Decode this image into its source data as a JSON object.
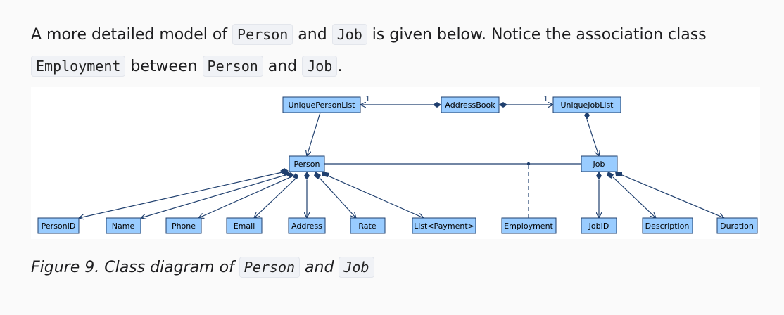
{
  "paragraph": {
    "t1": "A more detailed model of ",
    "c1": "Person",
    "t2": " and ",
    "c2": "Job",
    "t3": " is given below. Notice the association class ",
    "c3": "Employment",
    "t4": " between ",
    "c4": "Person",
    "t5": " and ",
    "c5": "Job",
    "t6": "."
  },
  "diagram": {
    "classes": {
      "unique_person_list": "UniquePersonList",
      "address_book": "AddressBook",
      "unique_job_list": "UniqueJobList",
      "person": "Person",
      "job": "Job",
      "person_id": "PersonID",
      "name": "Name",
      "phone": "Phone",
      "email": "Email",
      "address": "Address",
      "rate": "Rate",
      "list_payment": "List<Payment>",
      "employment": "Employment",
      "job_id": "JobID",
      "description": "Description",
      "duration": "Duration"
    },
    "multiplicity_left": "1",
    "multiplicity_right": "1",
    "colors": {
      "box_fill": "#99ccff",
      "stroke": "#1f3f6e"
    }
  },
  "caption": {
    "t1": "Figure 9. Class diagram of ",
    "c1": "Person",
    "t2": " and ",
    "c2": "Job"
  }
}
